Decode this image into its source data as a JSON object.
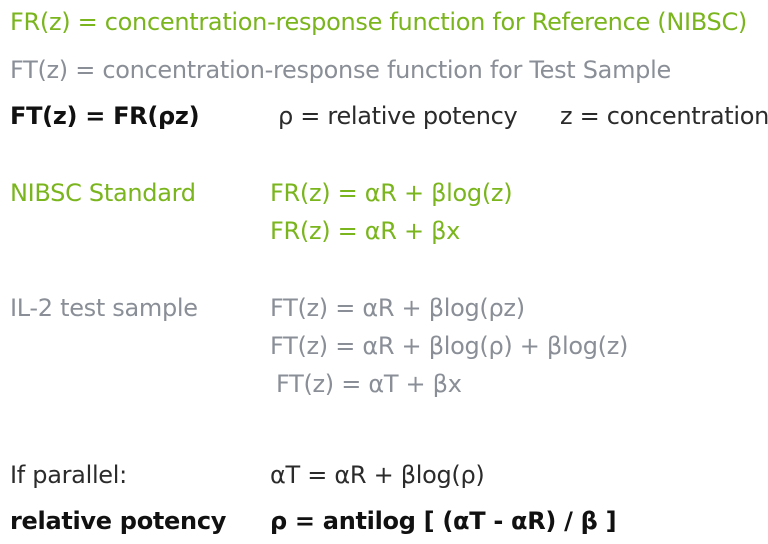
{
  "header": {
    "fr_def": "FR(z) = concentration-response function for Reference (NIBSC)",
    "ft_def": "FT(z) = concentration-response function for Test Sample",
    "ft_eq": "FT(z) = FR(ρz)",
    "rho_def": "ρ = relative potency",
    "z_def": "z = concentration"
  },
  "nibsc": {
    "label": "NIBSC Standard",
    "eq1": "FR(z) = αR + βlog(z)",
    "eq2": "FR(z) = αR + βx"
  },
  "il2": {
    "label": "IL-2 test sample",
    "eq1": "FT(z) = αR + βlog(ρz)",
    "eq2": "FT(z) = αR + βlog(ρ) + βlog(z)",
    "eq3": "FT(z) = αT + βx"
  },
  "parallel": {
    "label": "If parallel:",
    "eq": "αT = αR + βlog(ρ)"
  },
  "potency": {
    "label": "relative potency",
    "eq": "ρ = antilog [ (αT - αR) / β ]"
  },
  "colors": {
    "reference_green": "#7ab51d",
    "test_gray": "#8a8f97",
    "text_black": "#2b2b2b"
  }
}
